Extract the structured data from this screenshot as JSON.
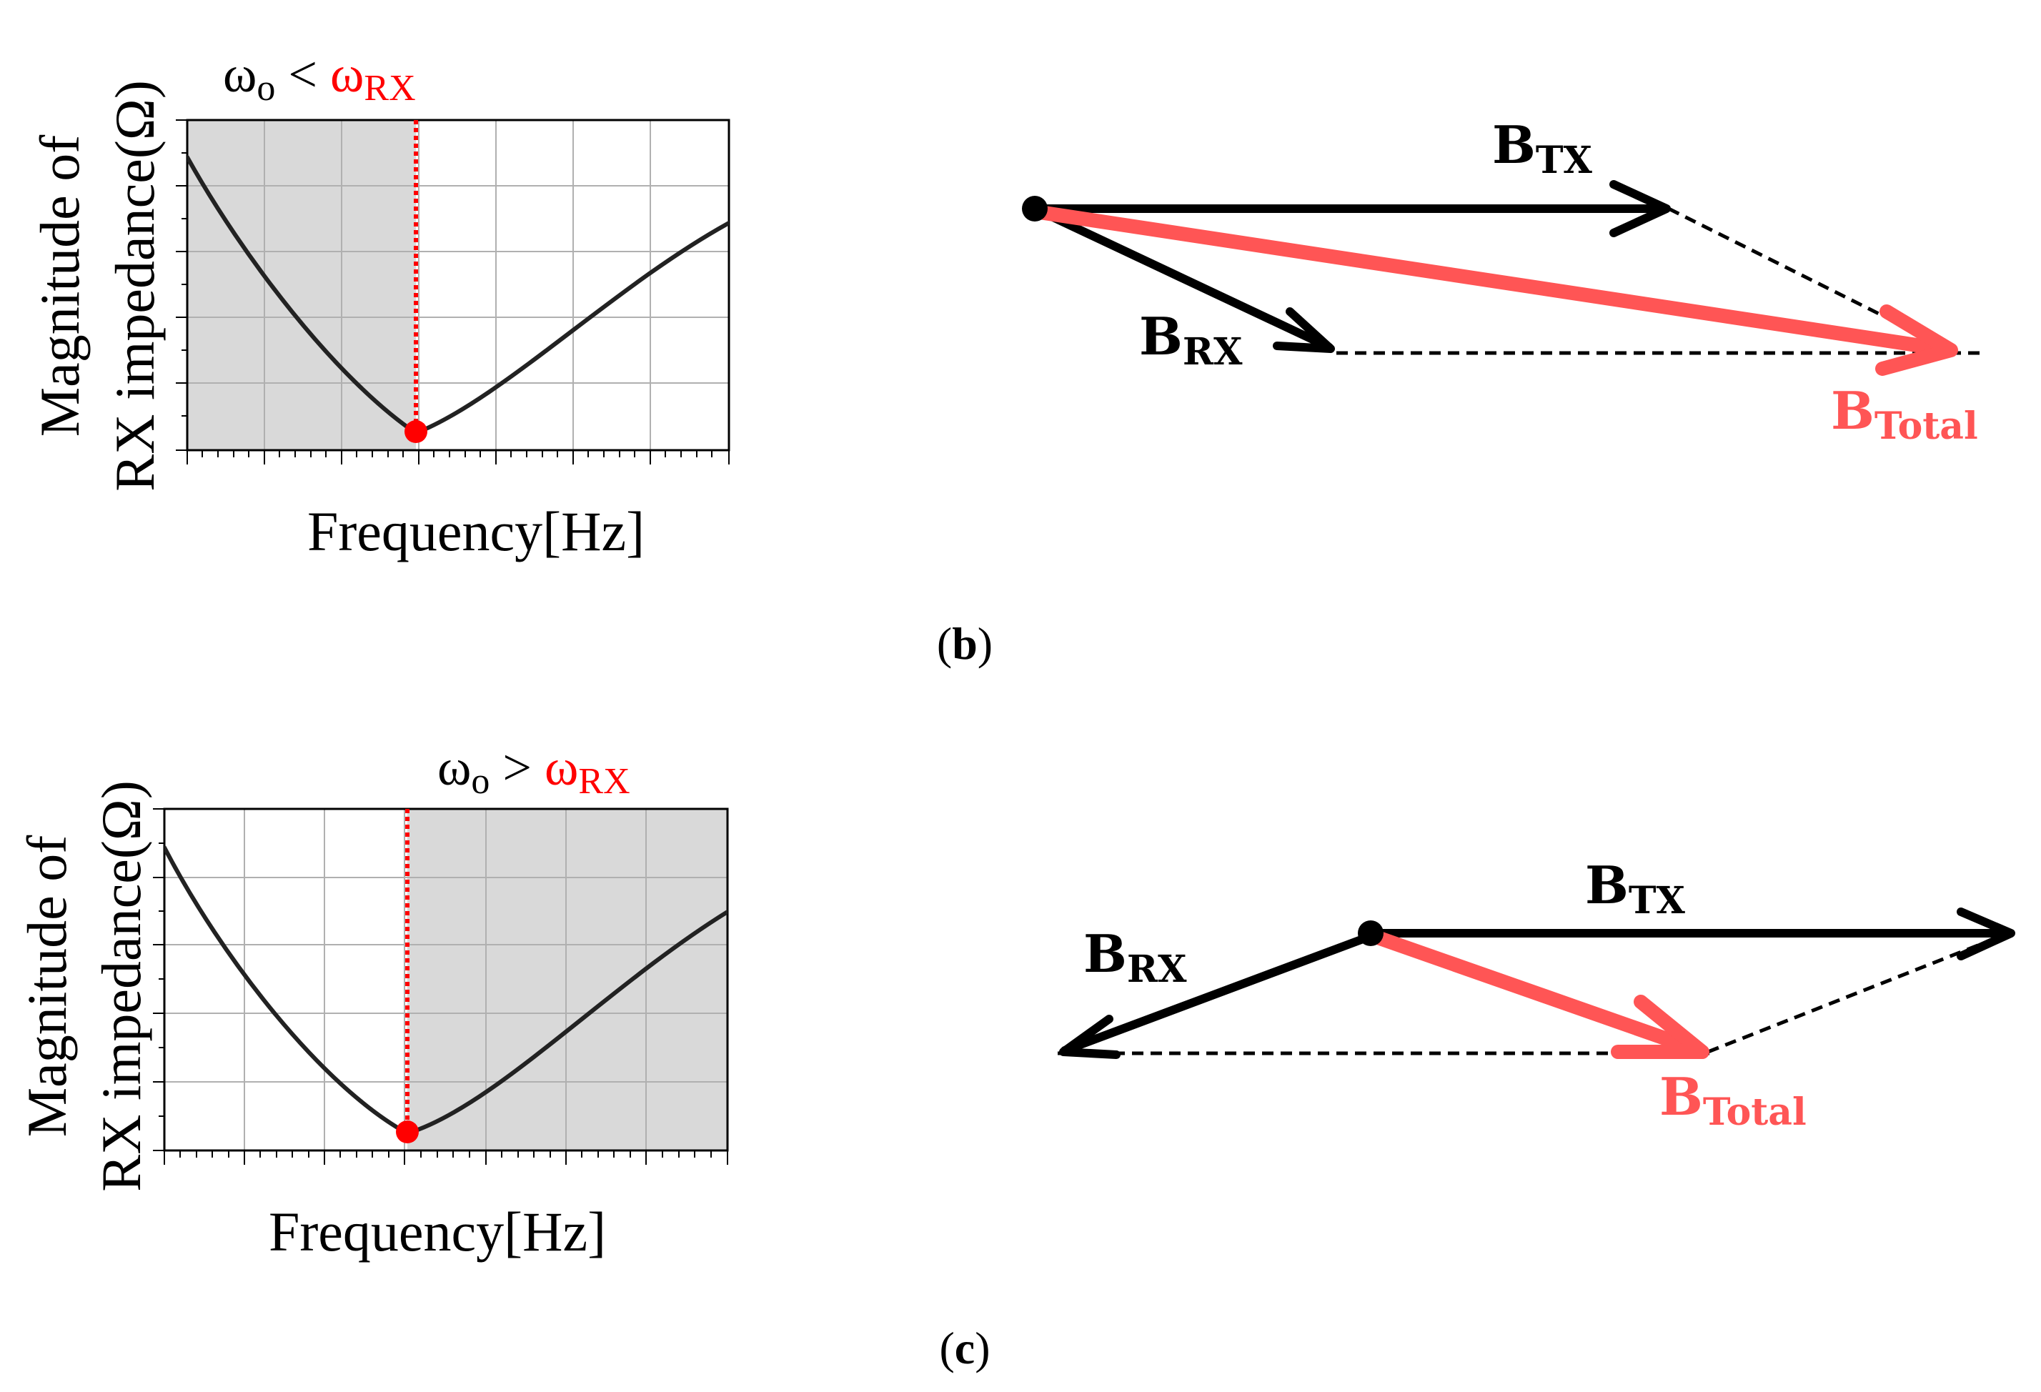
{
  "colors": {
    "black": "#000000",
    "red": "#ff0000",
    "vector_red": "#ff5555",
    "shade": "#d9d9d9",
    "grid": "#b0b0b0",
    "curve": "#222222"
  },
  "panels": [
    {
      "label": "(b)",
      "label_open": "(",
      "label_letter": "b",
      "label_close": ")",
      "chart": {
        "ylabel_line1": "Magnitude of",
        "ylabel_line2": "RX impedance(Ω)",
        "xlabel": "Frequency[Hz]",
        "condition": {
          "omega": "ω",
          "o_sub": "o",
          "op": " < ",
          "omega_rx": "ω",
          "rx_sub": "RX"
        },
        "shaded_region": "left"
      },
      "vectors": {
        "b_tx": {
          "main": "B",
          "sub": "TX"
        },
        "b_rx": {
          "main": "B",
          "sub": "RX"
        },
        "b_total": {
          "main": "B",
          "sub": "Total"
        }
      }
    },
    {
      "label": "(c)",
      "label_open": "(",
      "label_letter": "c",
      "label_close": ")",
      "chart": {
        "ylabel_line1": "Magnitude of",
        "ylabel_line2": "RX impedance(Ω)",
        "xlabel": "Frequency[Hz]",
        "condition": {
          "omega": "ω",
          "o_sub": "o",
          "op": " > ",
          "omega_rx": "ω",
          "rx_sub": "RX"
        },
        "shaded_region": "right"
      },
      "vectors": {
        "b_tx": {
          "main": "B",
          "sub": "TX"
        },
        "b_rx": {
          "main": "B",
          "sub": "RX"
        },
        "b_total": {
          "main": "B",
          "sub": "Total"
        }
      }
    }
  ]
}
